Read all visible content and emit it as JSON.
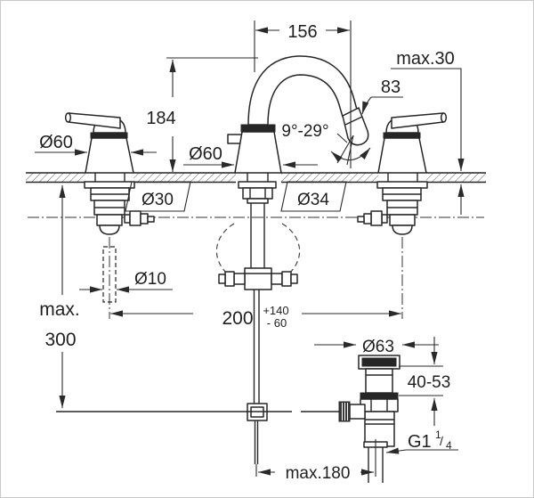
{
  "drawing": {
    "type": "technical-dimension-drawing",
    "subject": "three-hole-basin-mixer-with-pop-up-waste",
    "colors": {
      "line": "#262626",
      "background": "#ffffff",
      "frame": "#c9c9c9"
    },
    "dims": {
      "spout_reach": "156",
      "deck_thickness": "max.30",
      "outlet_height": "83",
      "spout_height": "184",
      "outlet_angle_range": "9°-29°",
      "handle_base_dia": "Ø60",
      "spout_base_dia": "Ø60",
      "handle_hole_dia": "Ø30",
      "spout_hole_dia": "Ø34",
      "stud_dia": "Ø10",
      "installation_depth_prefix": "max.",
      "installation_depth_value": "300",
      "handle_center_distance": "200",
      "handle_center_distance_tol_plus": "+140",
      "handle_center_distance_tol_minus": "- 60",
      "waste_flange_dia": "Ø63",
      "deck_clamp_range": "40-53",
      "waste_thread_g": "G1",
      "waste_thread_num": "1",
      "waste_thread_slash": "/",
      "waste_thread_den": "4",
      "rod_horizontal_reach": "max.180"
    }
  }
}
